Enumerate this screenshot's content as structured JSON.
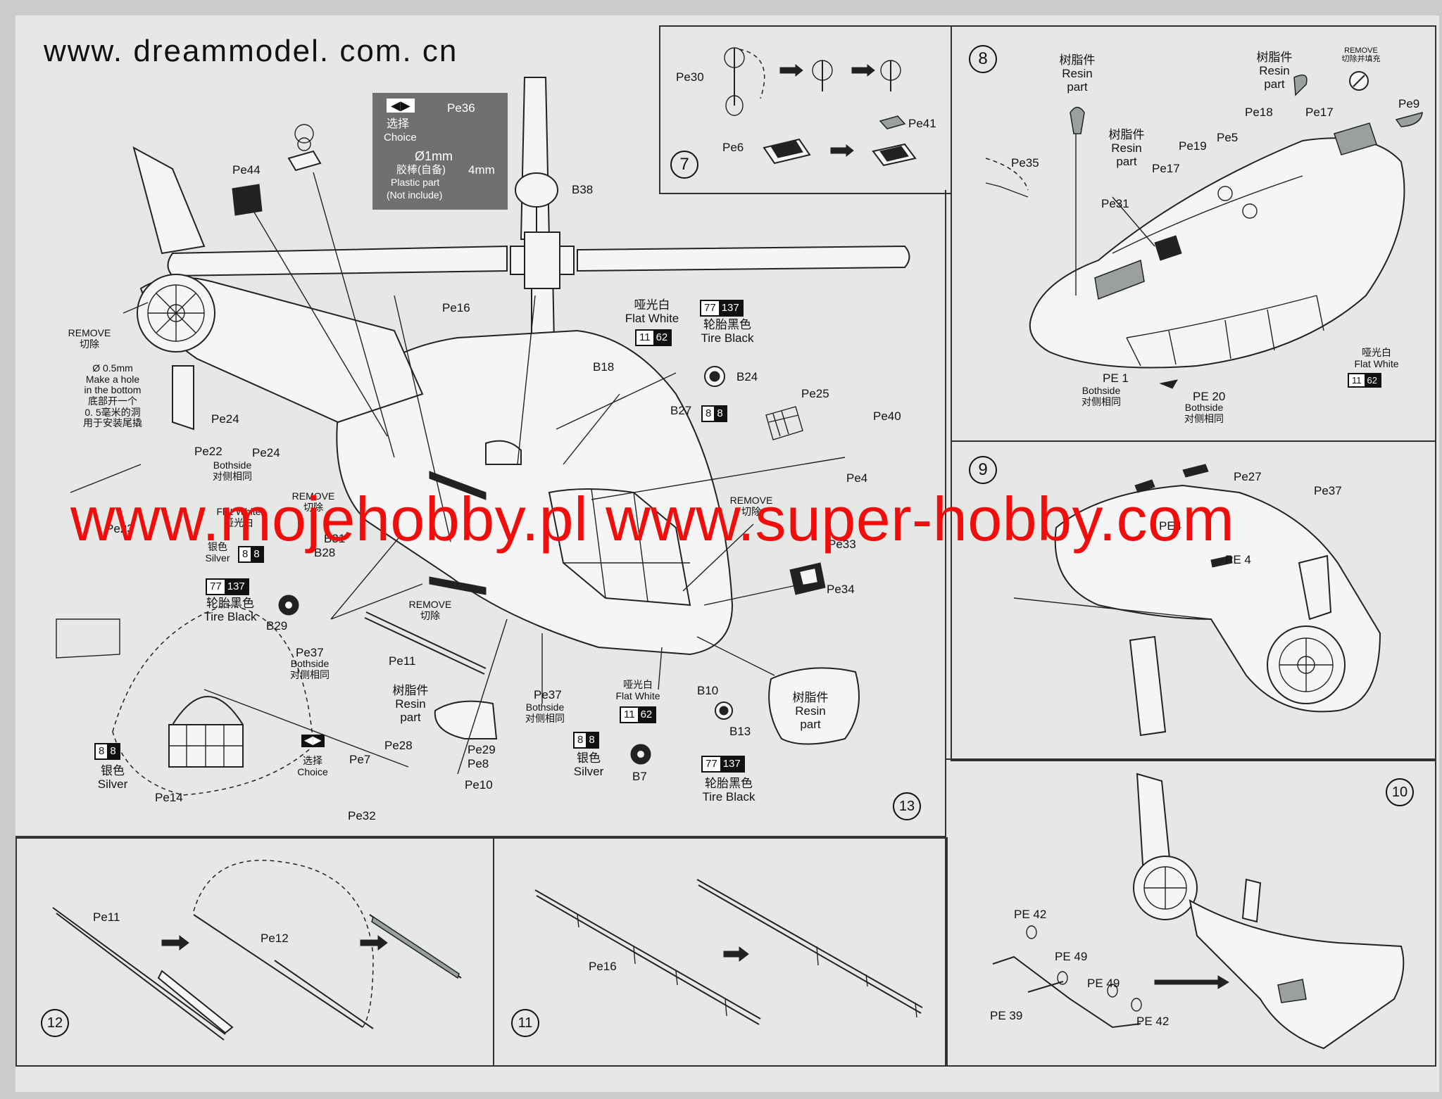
{
  "website": "www. dreammodel. com. cn",
  "watermark": "www.mojehobby.pl www.super-hobby.com",
  "steps": {
    "s7": "7",
    "s8": "8",
    "s9": "9",
    "s10": "10",
    "s11": "11",
    "s12": "12",
    "s13": "13"
  },
  "choice_box": {
    "label_cn": "选择",
    "label_en": "Choice",
    "part": "Pe36",
    "diameter": "Ø1mm",
    "rod_cn": "胶棒(自备)",
    "rod_en1": "Plastic part",
    "rod_en2": "(Not include)",
    "length": "4mm"
  },
  "step13": {
    "parts": [
      "Pe44",
      "Pe16",
      "B38",
      "Pe24",
      "Pe22",
      "Pe24",
      "Pe23",
      "B31",
      "B28",
      "B29",
      "Pe37",
      "Pe11",
      "Pe14",
      "Pe7",
      "Pe32",
      "Pe28",
      "Pe29",
      "Pe8",
      "Pe10",
      "Pe37",
      "B18",
      "B24",
      "B27",
      "Pe25",
      "Pe40",
      "Pe4",
      "Pe33",
      "Pe34",
      "B10",
      "B13",
      "B7"
    ],
    "remove_en": "REMOVE",
    "remove_cn": "切除",
    "hole_size": "Ø 0.5mm",
    "hole_en1": "Make a hole",
    "hole_en2": "in the bottom",
    "hole_cn1": "底部开一个",
    "hole_cn2": "0. 5毫米的洞",
    "hole_cn3": "用于安装尾撬",
    "bothside_en": "Bothside",
    "bothside_cn": "对侧相同",
    "flat_white_cn": "哑光白",
    "flat_white_en": "Flat White",
    "silver_cn": "银色",
    "silver_en": "Silver",
    "tire_cn": "轮胎黑色",
    "tire_en": "Tire Black",
    "resin_cn": "树脂件",
    "resin_en1": "Resin",
    "resin_en2": "part",
    "choice_cn": "选择",
    "choice_en": "Choice",
    "code_77": "77",
    "code_137": "137",
    "code_11": "11",
    "code_62": "62",
    "code_8a": "8",
    "code_8b": "8"
  },
  "step7": {
    "parts": [
      "Pe30",
      "Pe41",
      "Pe6"
    ]
  },
  "step8": {
    "parts": [
      "Pe35",
      "Pe31",
      "Pe17",
      "Pe19",
      "Pe5",
      "Pe18",
      "Pe17",
      "Pe9",
      "PE 1",
      "PE 20"
    ],
    "remove_en": "REMOVE",
    "remove_cn": "切除并填充"
  },
  "step9": {
    "parts": [
      "Pe27",
      "Pe37",
      "PE4",
      "PE 4"
    ]
  },
  "step10": {
    "parts": [
      "PE 42",
      "PE 49",
      "PE 49",
      "PE 39",
      "PE 42"
    ]
  },
  "step11": {
    "parts": [
      "Pe16"
    ]
  },
  "step12": {
    "parts": [
      "Pe11",
      "Pe12"
    ]
  }
}
